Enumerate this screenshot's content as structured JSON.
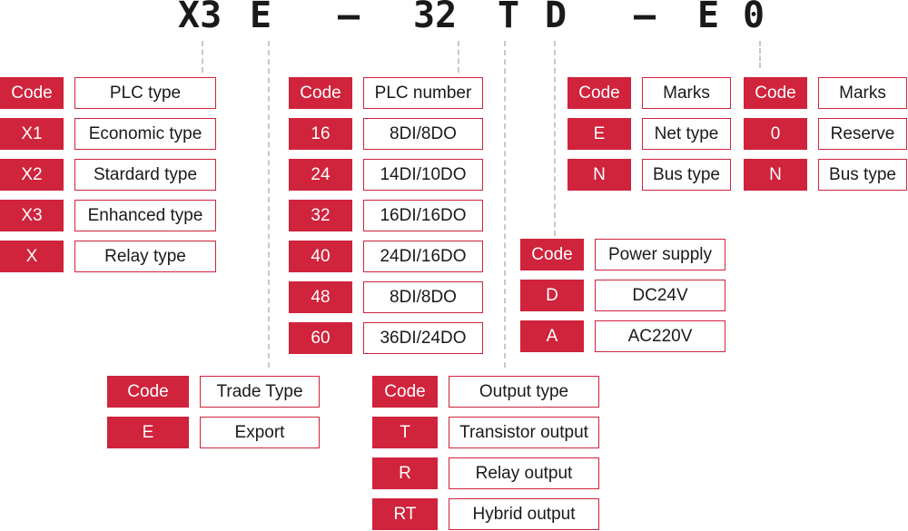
{
  "model": {
    "chars": [
      "X3",
      "E",
      "—",
      "32",
      "T",
      "D",
      "—",
      "E",
      "0"
    ]
  },
  "colors": {
    "code_bg": "#d0233c",
    "code_text": "#ffffff",
    "desc_border": "#d0233c",
    "desc_text": "#1a1a1a",
    "model_text": "#1a1a1a",
    "connector": "#c8c8c8"
  },
  "tables": {
    "plc_type": {
      "header": {
        "code": "Code",
        "desc": "PLC type"
      },
      "rows": [
        {
          "code": "X1",
          "desc": "Economic type"
        },
        {
          "code": "X2",
          "desc": "Stardard type"
        },
        {
          "code": "X3",
          "desc": "Enhanced type"
        },
        {
          "code": "X",
          "desc": "Relay type"
        }
      ]
    },
    "plc_number": {
      "header": {
        "code": "Code",
        "desc": "PLC number"
      },
      "rows": [
        {
          "code": "16",
          "desc": "8DI/8DO"
        },
        {
          "code": "24",
          "desc": "14DI/10DO"
        },
        {
          "code": "32",
          "desc": "16DI/16DO"
        },
        {
          "code": "40",
          "desc": "24DI/16DO"
        },
        {
          "code": "48",
          "desc": "8DI/8DO"
        },
        {
          "code": "60",
          "desc": "36DI/24DO"
        }
      ]
    },
    "marks_1": {
      "header": {
        "code": "Code",
        "desc": "Marks"
      },
      "rows": [
        {
          "code": "E",
          "desc": "Net type"
        },
        {
          "code": "N",
          "desc": "Bus type"
        }
      ]
    },
    "marks_2": {
      "header": {
        "code": "Code",
        "desc": "Marks"
      },
      "rows": [
        {
          "code": "0",
          "desc": "Reserve"
        },
        {
          "code": "N",
          "desc": "Bus type"
        }
      ]
    },
    "power_supply": {
      "header": {
        "code": "Code",
        "desc": "Power supply"
      },
      "rows": [
        {
          "code": "D",
          "desc": "DC24V"
        },
        {
          "code": "A",
          "desc": "AC220V"
        }
      ]
    },
    "trade_type": {
      "header": {
        "code": "Code",
        "desc": "Trade Type"
      },
      "rows": [
        {
          "code": "E",
          "desc": "Export"
        }
      ]
    },
    "output_type": {
      "header": {
        "code": "Code",
        "desc": "Output type"
      },
      "rows": [
        {
          "code": "T",
          "desc": "Transistor output"
        },
        {
          "code": "R",
          "desc": "Relay output"
        },
        {
          "code": "RT",
          "desc": "Hybrid output"
        }
      ]
    }
  }
}
